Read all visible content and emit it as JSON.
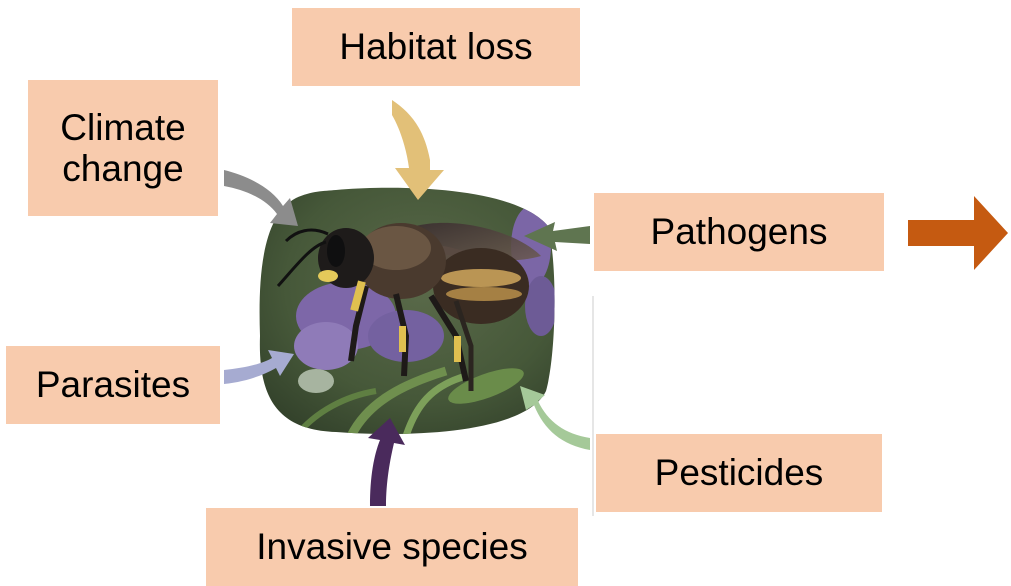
{
  "labels": {
    "habitat_loss": "Habitat loss",
    "climate_change": "Climate\nchange",
    "pathogens": "Pathogens",
    "parasites": "Parasites",
    "pesticides": "Pesticides",
    "invasive_species": "Invasive species"
  },
  "colors": {
    "label_box": "#f8cbad",
    "arrow_habitat_loss": "#e2c078",
    "arrow_climate_change": "#8c8c8c",
    "arrow_pathogens": "#5f7550",
    "arrow_parasites": "#a6abd1",
    "arrow_pesticides": "#a5c999",
    "arrow_invasive_species": "#4a2a5c",
    "arrow_outcome": "#c55a11"
  },
  "central_image": {
    "subject": "bee on purple flower photo"
  }
}
